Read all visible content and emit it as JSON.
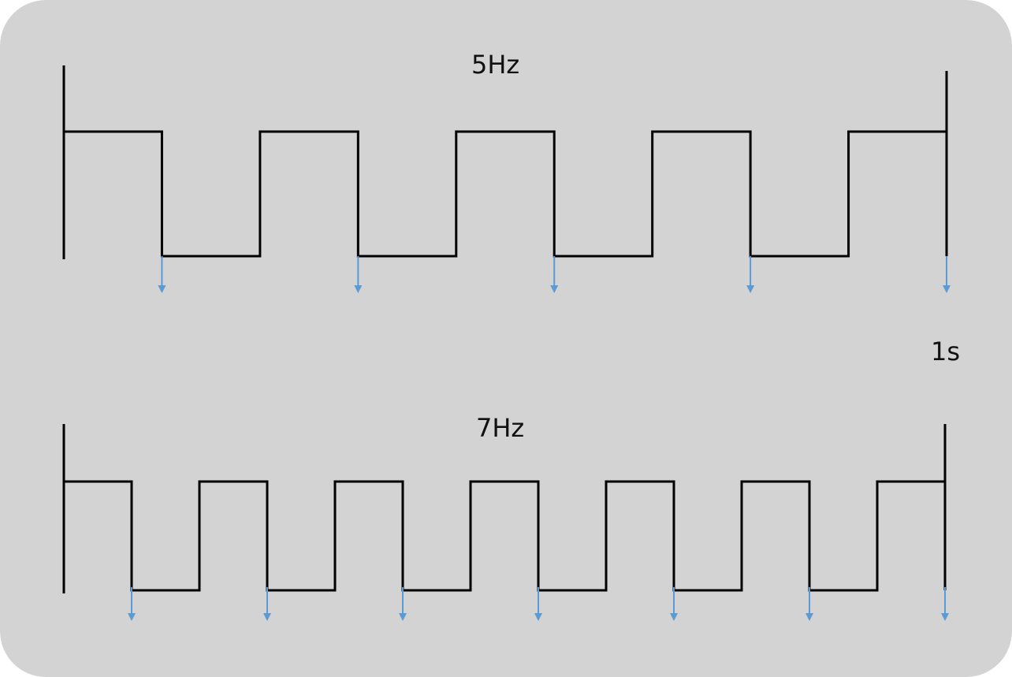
{
  "colors": {
    "background": "#d3d3d3",
    "waveform": "#000000",
    "marker": "#5b9bd5"
  },
  "duration_label": "1s",
  "waveforms": [
    {
      "id": "top",
      "label": "5Hz",
      "frequency_hz": 5
    },
    {
      "id": "bottom",
      "label": "7Hz",
      "frequency_hz": 7
    }
  ]
}
